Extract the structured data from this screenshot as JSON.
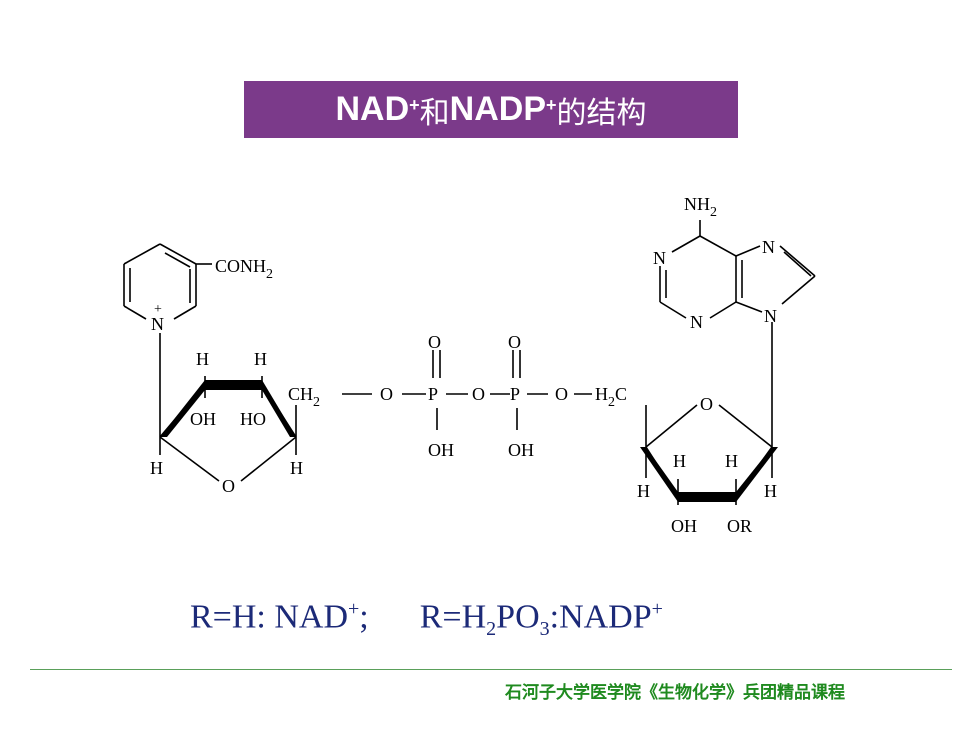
{
  "title": {
    "prefix": "NAD",
    "sup1": "+",
    "mid": "和",
    "name2": "NADP",
    "sup2": "+",
    "suffix": "的结构"
  },
  "structure": {
    "conh2": "CONH",
    "conh2_sub": "2",
    "n_plus": "N",
    "plus": "+",
    "h": "H",
    "oh": "OH",
    "ho": "HO",
    "o": "O",
    "ch2": "CH",
    "ch2_sub": "2",
    "p": "P",
    "h2c_h": "H",
    "h2c_sub": "2",
    "h2c_c": "C",
    "nh2": "NH",
    "nh2_sub": "2",
    "n": "N",
    "or": "OR"
  },
  "caption": {
    "part1": "R=H: NAD",
    "sup1": "+",
    "sep": ";",
    "part2a": "R=H",
    "sub2": "2",
    "part2b": "PO",
    "sub3": "3",
    "part2c": ":NADP",
    "sup2": "+"
  },
  "footer": "石河子大学医学院《生物化学》兵团精品课程"
}
